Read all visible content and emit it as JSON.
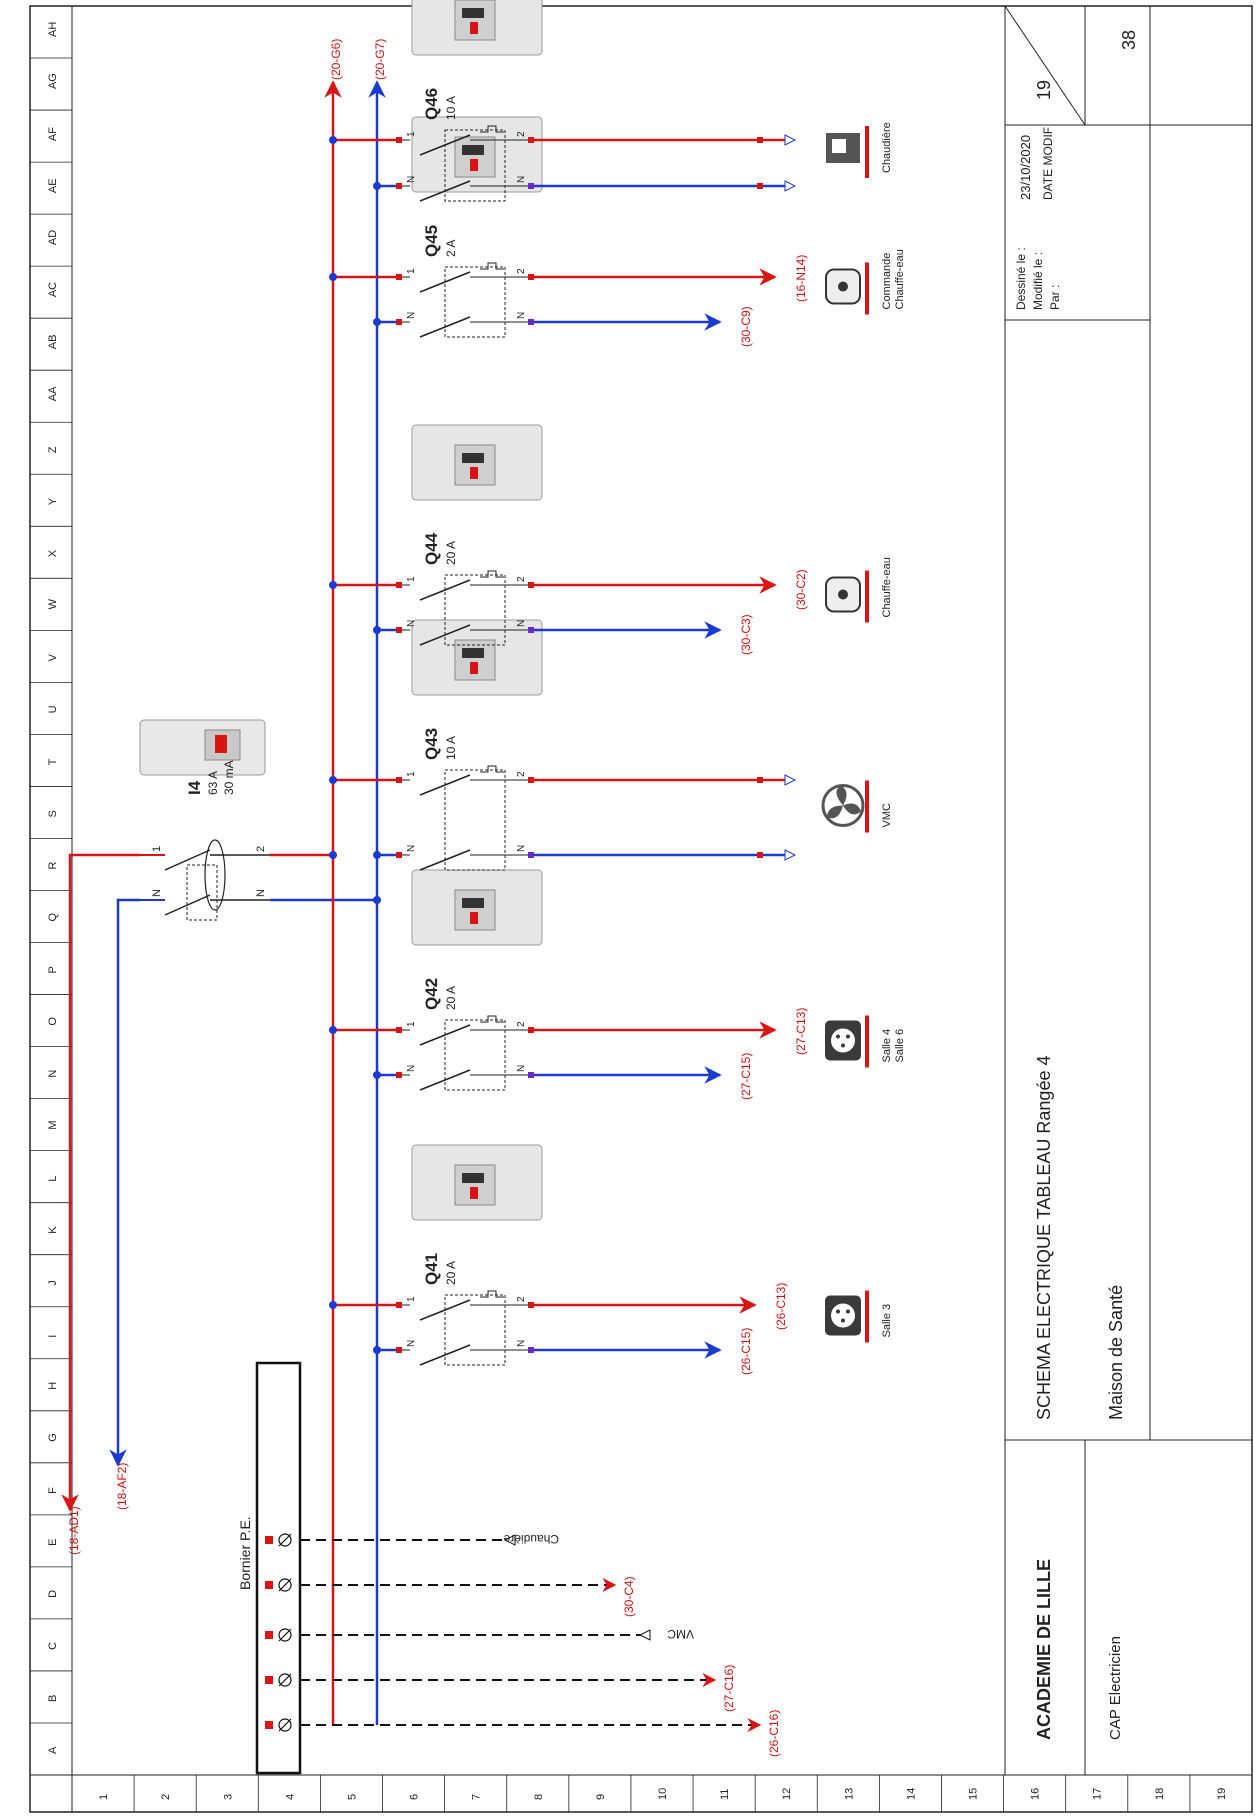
{
  "grid": {
    "columns": [
      "A",
      "B",
      "C",
      "D",
      "E",
      "F",
      "G",
      "H",
      "I",
      "J",
      "K",
      "L",
      "M",
      "N",
      "O",
      "P",
      "Q",
      "R",
      "S",
      "T",
      "U",
      "V",
      "W",
      "X",
      "Y",
      "Z",
      "AA",
      "AB",
      "AC",
      "AD",
      "AE",
      "AF",
      "AG",
      "AH"
    ],
    "rows": [
      "1",
      "2",
      "3",
      "4",
      "5",
      "6",
      "7",
      "8",
      "9",
      "10",
      "11",
      "12",
      "13",
      "14",
      "15",
      "16",
      "17",
      "18",
      "19"
    ]
  },
  "colors": {
    "phase": "#d81414",
    "neutral": "#1a3ad0",
    "pe": "#111111",
    "red_terminal": "#d81414"
  },
  "supply": {
    "phase_ref": "(18-AD1)",
    "neutral_ref": "(18-AF2)"
  },
  "main_breaker": {
    "name": "I4",
    "rating": "63 A",
    "sensitivity": "30 mA",
    "pin1": "1",
    "pin2": "2",
    "pinN": "N"
  },
  "outputs": {
    "phase_ref": "(20-G6)",
    "neutral_ref": "(20-G7)"
  },
  "pe_terminal": {
    "label": "Bornier P.E.",
    "lines": [
      {
        "label": "(26-C16)"
      },
      {
        "label": "(27-C16)"
      },
      {
        "label": "VMC"
      },
      {
        "label": "(30-C4)"
      },
      {
        "label": "Chaudière"
      }
    ]
  },
  "circuits": [
    {
      "name": "Q41",
      "rating": "20 A",
      "phase_ref": "(26-C13)",
      "neutral_ref": "(26-C15)",
      "load": "Salle 3",
      "load2": "",
      "load_icon": "socket-icon"
    },
    {
      "name": "Q42",
      "rating": "20 A",
      "phase_ref": "(27-C13)",
      "neutral_ref": "(27-C15)",
      "load": "Salle 4",
      "load2": "Salle 6",
      "load_icon": "socket-icon"
    },
    {
      "name": "Q43",
      "rating": "10 A",
      "phase_ref": "",
      "neutral_ref": "",
      "load": "VMC",
      "load2": "",
      "load_icon": "fan-icon"
    },
    {
      "name": "Q44",
      "rating": "20 A",
      "phase_ref": "(30-C2)",
      "neutral_ref": "(30-C3)",
      "load": "Chauffe-eau",
      "load2": "",
      "load_icon": "water-heater-icon"
    },
    {
      "name": "Q45",
      "rating": "2 A",
      "phase_ref": "(16-N14)",
      "neutral_ref": "(30-C9)",
      "load": "Commande",
      "load2": "Chauffe-eau",
      "load_icon": "water-heater-icon"
    },
    {
      "name": "Q46",
      "rating": "10 A",
      "phase_ref": "",
      "neutral_ref": "",
      "load": "Chaudière",
      "load2": "",
      "load_icon": "boiler-icon"
    }
  ],
  "pins": {
    "phase_in": "1",
    "phase_out": "2",
    "neutral": "N"
  },
  "title_block": {
    "org": "ACADEMIE DE LILLE",
    "course": "CAP Electricien",
    "title": "SCHEMA ELECTRIQUE TABLEAU Rangée 4",
    "project": "Maison de Santé",
    "drawn_label": "Dessiné le :",
    "modified_label": "Modifié le :",
    "by_label": "Par :",
    "date": "23/10/2020",
    "date_modif_label": "DATE MODIF",
    "page": "19",
    "total_pages": "38"
  }
}
